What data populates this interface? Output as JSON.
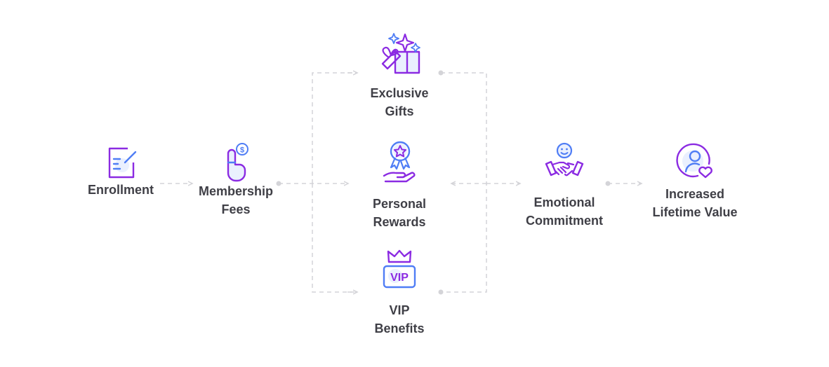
{
  "colors": {
    "connector": "#d4d4d8",
    "icon_primary": "#8b2be2",
    "icon_secondary": "#4f7df5",
    "icon_fill": "#eaf0fe",
    "label": "#3f3f46",
    "background": "#ffffff"
  },
  "nodes": {
    "enrollment": {
      "icon": "document-pen-icon",
      "lines": [
        "Enrollment"
      ]
    },
    "membership_fees": {
      "icon": "finger-coin-icon",
      "lines": [
        "Membership",
        "Fees"
      ]
    },
    "exclusive_gifts": {
      "icon": "gift-sparkle-icon",
      "lines": [
        "Exclusive",
        "Gifts"
      ]
    },
    "personal_rewards": {
      "icon": "medal-hand-icon",
      "lines": [
        "Personal",
        "Rewards"
      ]
    },
    "vip_benefits": {
      "icon": "crown-vip-icon",
      "badge": "VIP",
      "lines": [
        "VIP",
        "Benefits"
      ]
    },
    "emotional_commitment": {
      "icon": "handshake-smile-icon",
      "lines": [
        "Emotional",
        "Commitment"
      ]
    },
    "increased_lifetime_value": {
      "icon": "user-heart-icon",
      "lines": [
        "Increased",
        "Lifetime Value"
      ]
    }
  }
}
